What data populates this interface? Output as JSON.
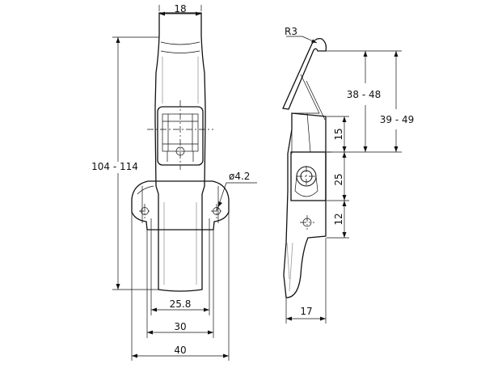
{
  "dimensions": {
    "top_width": "18",
    "overall_length": "104 - 114",
    "hole_diameter": "ø4.2",
    "hole_spacing": "25.8",
    "inner_width": "30",
    "base_width": "40",
    "radius": "R3",
    "hook_height": "38 - 48",
    "hook_height_alt": "39 - 49",
    "keeper_offset": "15",
    "keeper_pitch": "25",
    "keeper_hole_offset": "12",
    "depth": "17"
  }
}
